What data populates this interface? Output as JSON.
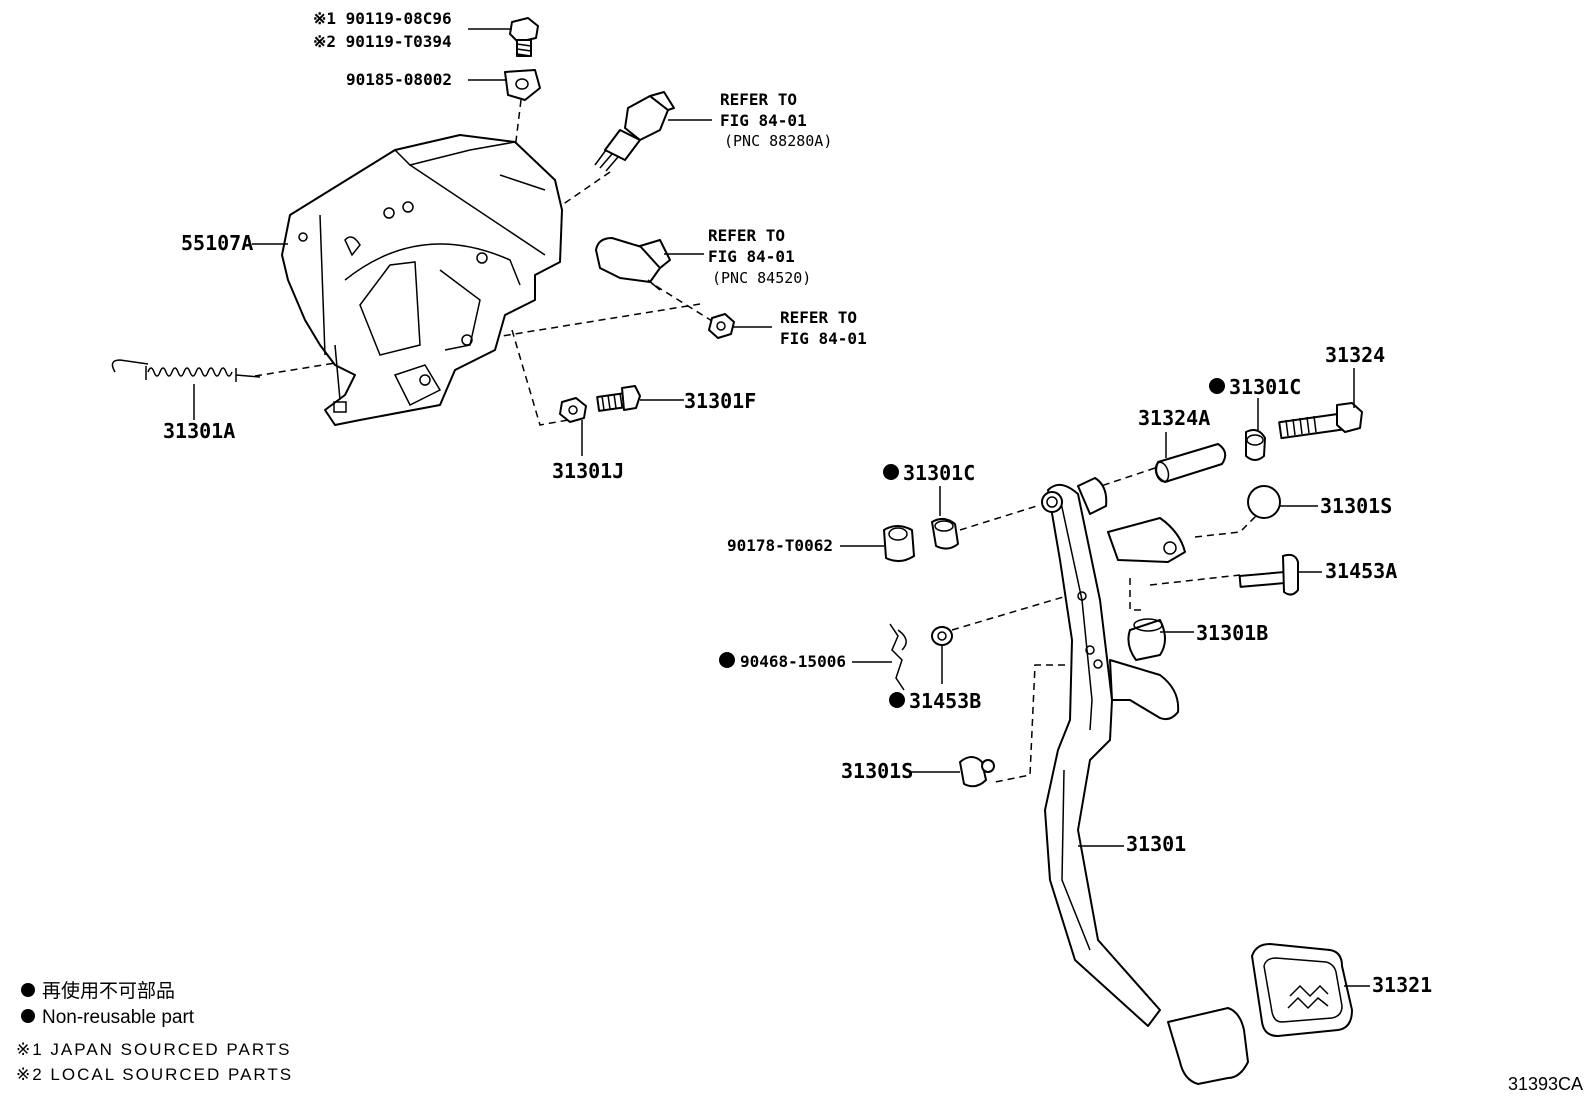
{
  "labels": {
    "p90119_08c96": "※1  90119-08C96",
    "p90119_t0394": "※2  90119-T0394",
    "p90185": "90185-08002",
    "refer1_a": "REFER TO",
    "refer1_b": "FIG 84-01",
    "refer1_c": "(PNC 88280A)",
    "refer2_a": "REFER TO",
    "refer2_b": "FIG 84-01",
    "refer2_c": "(PNC 84520)",
    "refer3_a": "REFER TO",
    "refer3_b": "FIG 84-01",
    "p55107a": "55107A",
    "p31301a": "31301A",
    "p31301f": "31301F",
    "p31301j": "31301J",
    "p31324": "31324",
    "p31301c_top": "31301C",
    "p31324a": "31324A",
    "p31301c_mid": "31301C",
    "p31301s_right": "31301S",
    "p90178": "90178-T0062",
    "p31453a": "31453A",
    "p31301b": "31301B",
    "p90468": "90468-15006",
    "p31453b": "31453B",
    "p31301s_left": "31301S",
    "p31301": "31301",
    "p31321": "31321"
  },
  "legend": {
    "jp_text": "再使用不可部品",
    "en_text": "Non-reusable part",
    "note1": "※1 JAPAN SOURCED PARTS",
    "note2": "※2 LOCAL SOURCED PARTS"
  },
  "figure_id": "31393CA"
}
